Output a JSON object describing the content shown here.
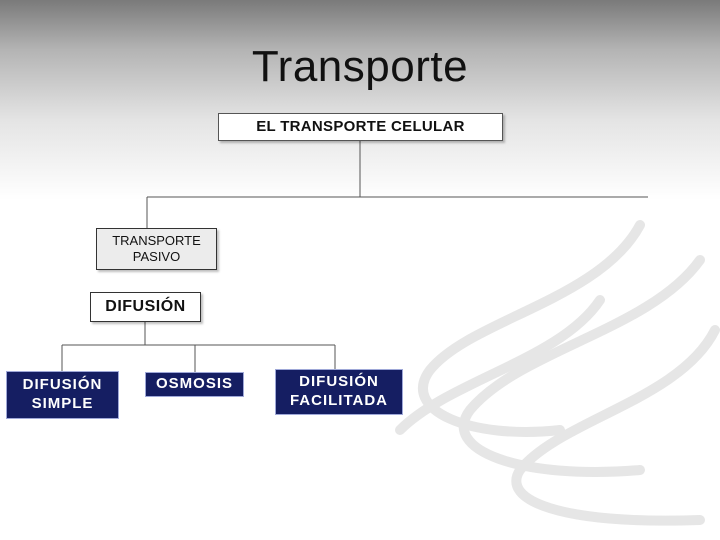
{
  "slide": {
    "title": "Transporte"
  },
  "diagram": {
    "root": "EL TRANSPORTE CELULAR",
    "level1": "TRANSPORTE\nPASIVO",
    "level2": "DIFUSIÓN",
    "leaves": [
      "DIFUSIÓN\nSIMPLE",
      "OSMOSIS",
      "DIFUSIÓN\nFACILITADA"
    ]
  },
  "colors": {
    "leaf_fill": "#151e62",
    "leaf_text": "#ffffff",
    "connector": "#555555"
  }
}
